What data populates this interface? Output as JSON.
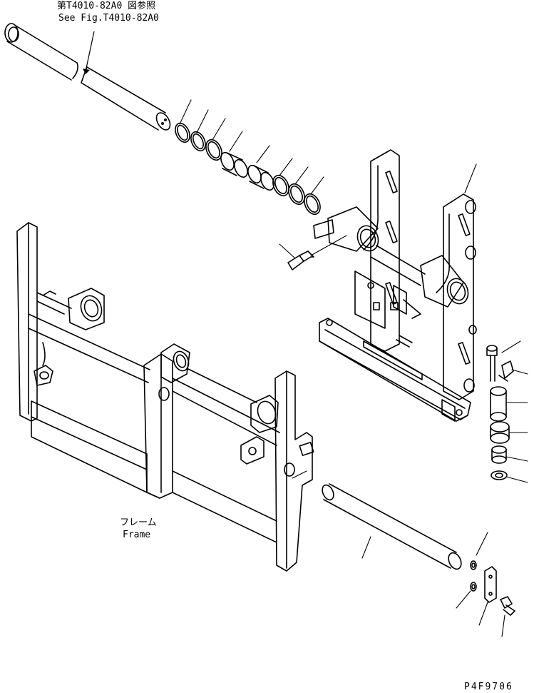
{
  "labels": {
    "ref_jp": "第T4010-82A0 図参照",
    "ref_en": "See Fig.T4010-82A0",
    "frame_jp": "フレーム",
    "frame_en": "Frame",
    "drawing_no": "P4F9706"
  },
  "colors": {
    "line": "#000000",
    "background": "#ffffff"
  }
}
